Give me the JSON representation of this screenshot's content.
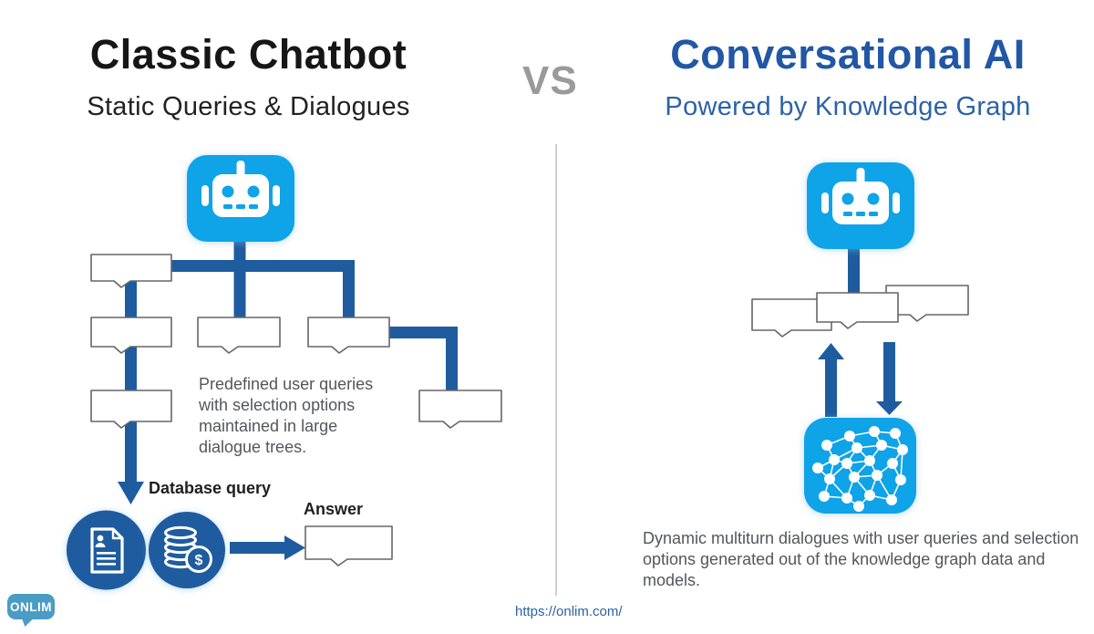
{
  "header": {
    "left_title": "Classic Chatbot",
    "left_subtitle": "Static Queries & Dialogues",
    "vs_label": "VS",
    "right_title": "Conversational AI",
    "right_subtitle": "Powered by Knowledge Graph"
  },
  "left_diagram": {
    "description": "Predefined user queries with selection options maintained in large dialogue trees.",
    "database_query_label": "Database query",
    "answer_label": "Answer",
    "icon_names": [
      "robot-icon",
      "dialogue-page-shape",
      "down-arrow",
      "document-file-icon",
      "coins-dollar-icon",
      "right-arrow"
    ]
  },
  "right_diagram": {
    "description": "Dynamic multiturn dialogues with user queries and selection options generated out of the knowledge graph data and models.",
    "icon_names": [
      "robot-icon",
      "dialogue-page-shape",
      "up-arrow",
      "down-arrow",
      "knowledge-graph-icon"
    ]
  },
  "footer": {
    "logo_text": "ONLIM",
    "url": "https://onlim.com/"
  },
  "icons": {
    "dollar_glyph": "$"
  },
  "colors": {
    "accent_light_blue": "#0fa3e8",
    "accent_dark_blue": "#1e5c9f",
    "title_blue": "#2257a5",
    "vs_gray": "#9a9a9a",
    "body_text_gray": "#54565a",
    "box_border_gray": "#666666",
    "logo_teal": "#4a9cc4",
    "divider_gray": "#cfcfcf"
  }
}
